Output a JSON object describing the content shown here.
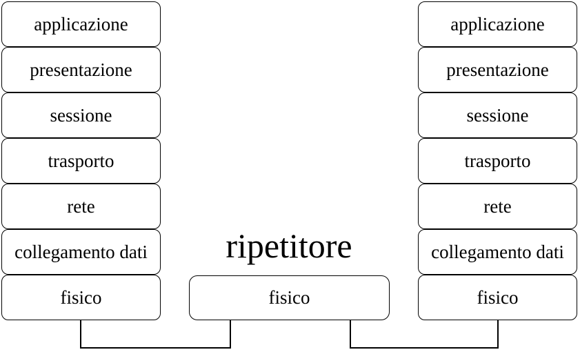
{
  "diagram": {
    "title": "ripetitore",
    "left_stack": {
      "layers": [
        "applicazione",
        "presentazione",
        "sessione",
        "trasporto",
        "rete",
        "collegamento dati",
        "fisico"
      ]
    },
    "right_stack": {
      "layers": [
        "applicazione",
        "presentazione",
        "sessione",
        "trasporto",
        "rete",
        "collegamento dati",
        "fisico"
      ]
    },
    "repeater": {
      "box_label": "fisico"
    },
    "colors": {
      "background": "#ffffff",
      "box_fill": "#ffffff",
      "box_border": "#000000",
      "text": "#000000",
      "connector": "#000000"
    }
  }
}
